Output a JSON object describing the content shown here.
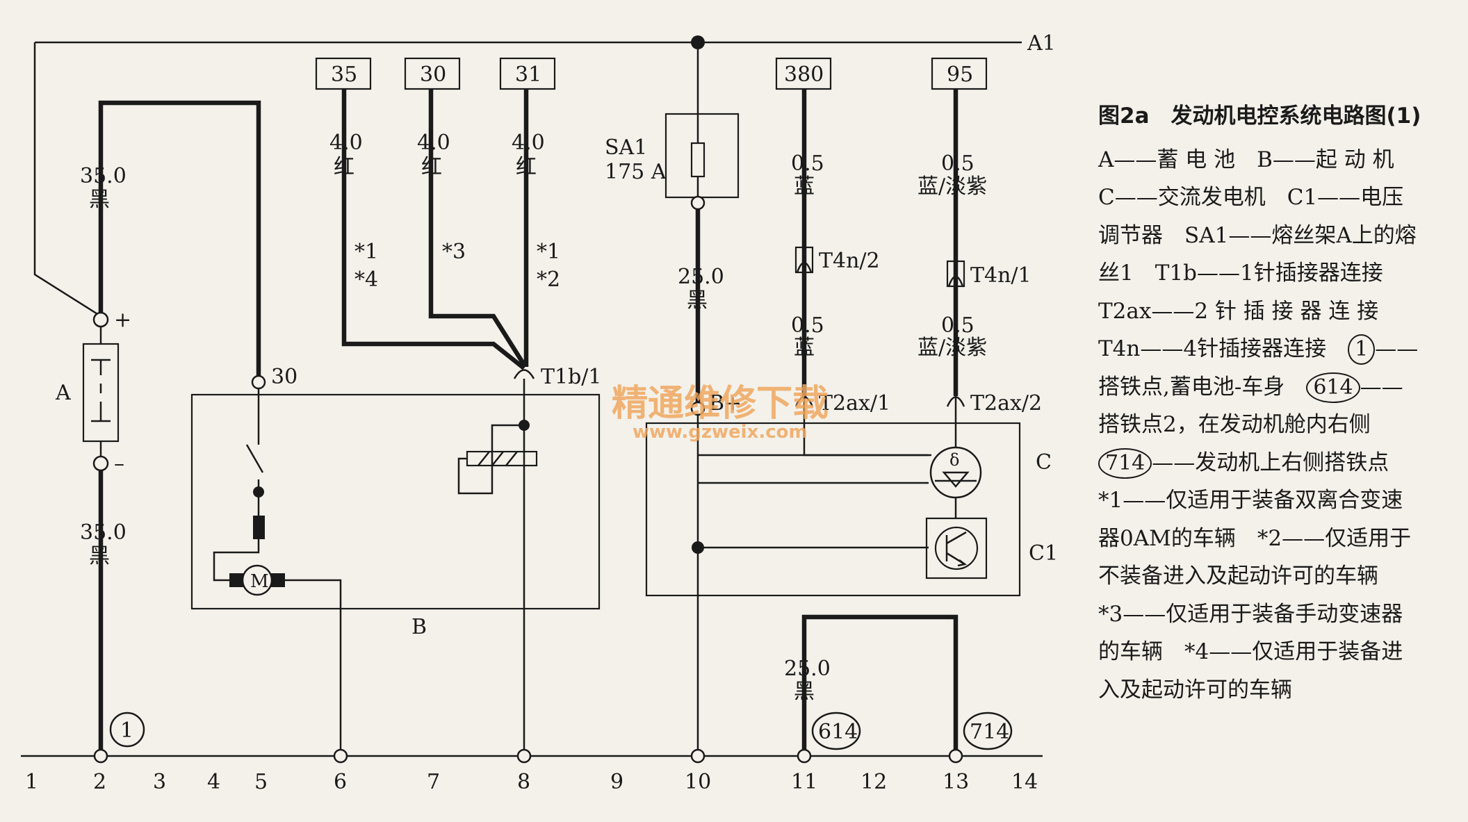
{
  "figure": {
    "title": "图2a　发动机电控系统电路图(1)"
  },
  "legend": [
    "A——蓄 电 池　B——起 动 机",
    "C——交流发电机　C1——电压",
    "调节器　SA1——熔丝架A上的熔",
    "丝1　T1b——1针插接器连接",
    "T2ax——2 针 插 接 器 连 接",
    "T4n——4针插接器连接　",
    "搭铁点,蓄电池-车身　",
    "搭铁点2，在发动机舱内右侧",
    "——发动机上右侧搭铁点",
    "*1——仅适用于装备双离合变速",
    "器0AM的车辆　*2——仅适用于",
    "不装备进入及起动许可的车辆",
    "*3——仅适用于装备手动变速器",
    "的车辆　*4——仅适用于装备进",
    "入及起动许可的车辆"
  ],
  "legend_refs": {
    "ground1": "1",
    "ground614": "614",
    "ground714": "714",
    "dash_tail": "——"
  },
  "rail": {
    "label": "A1"
  },
  "terminals": [
    "35",
    "30",
    "31",
    "380",
    "95"
  ],
  "wires": {
    "w35": {
      "size": "4.0",
      "color": "红"
    },
    "w30": {
      "size": "4.0",
      "color": "红"
    },
    "w31": {
      "size": "4.0",
      "color": "红"
    },
    "w380a": {
      "size": "0.5",
      "color": "蓝"
    },
    "w380b": {
      "size": "0.5",
      "color": "蓝"
    },
    "w95a": {
      "size": "0.5",
      "color": "蓝/淡紫"
    },
    "w95b": {
      "size": "0.5",
      "color": "蓝/淡紫"
    },
    "bat_top": {
      "size": "35.0",
      "color": "黑"
    },
    "bat_bot": {
      "size": "35.0",
      "color": "黑"
    },
    "fuse_out": {
      "size": "25.0",
      "color": "黑"
    },
    "gnd614": {
      "size": "25.0",
      "color": "黑"
    }
  },
  "notes": {
    "n35a": "*1",
    "n35b": "*4",
    "n30": "*3",
    "n31a": "*1",
    "n31b": "*2"
  },
  "components": {
    "A": "A",
    "B": "B",
    "C": "C",
    "C1": "C1",
    "SA1": "SA1",
    "SA1_rating": "175 A",
    "motor": "M",
    "starter_terminal": "30",
    "bplus": "B+",
    "delta": "δ",
    "plus": "+",
    "minus": "–"
  },
  "connectors": {
    "T1b1": "T1b/1",
    "T4n2": "T4n/2",
    "T4n1": "T4n/1",
    "T2ax1": "T2ax/1",
    "T2ax2": "T2ax/2"
  },
  "grounds": {
    "g1": "1",
    "g614": "614",
    "g714": "714"
  },
  "columns": [
    "1",
    "2",
    "3",
    "4",
    "5",
    "6",
    "7",
    "8",
    "9",
    "10",
    "11",
    "12",
    "13",
    "14"
  ],
  "watermark": {
    "main": "精通维修下载",
    "url": "www.gzweix.com"
  },
  "colors": {
    "line": "#1a1a1a",
    "background": "#f3f1ea",
    "watermark": "#f0a860"
  }
}
